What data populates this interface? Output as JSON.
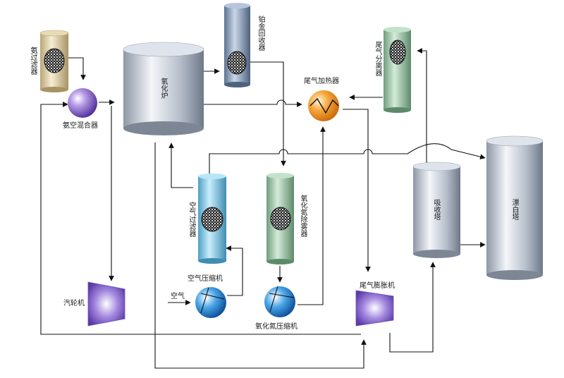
{
  "labels": {
    "ammonia_filter": "氨过滤器",
    "ammonia_air_mixer": "氨空混合器",
    "oxidation_furnace": "氧化炉",
    "platinum_recovery": "铂金回收器",
    "tail_gas_heater": "尾气加热器",
    "tail_gas_separator": "尾气分离器",
    "air_filter": "空气过滤器",
    "nox_demister": "氧化氮除雾器",
    "absorption_tower": "吸收塔",
    "bleaching_tower": "漂白塔",
    "steam_turbine": "汽轮机",
    "air_compressor": "空气压缩机",
    "air_inlet": "空气",
    "nox_compressor": "氧化氮压缩机",
    "tail_gas_expander": "尾气膨胀机"
  }
}
